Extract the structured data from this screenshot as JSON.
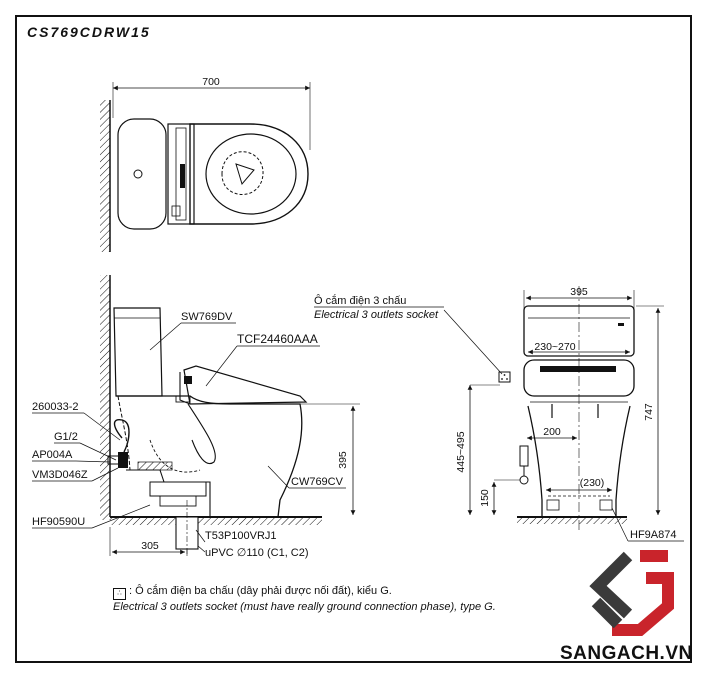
{
  "model_code": "CS769CDRW15",
  "top_view": {
    "width_dim": "700"
  },
  "side_view": {
    "labels": {
      "tank": "SW769DV",
      "seat": "TCF24460AAA",
      "bowl": "CW769CV",
      "p1": "260033-2",
      "p2": "G1/2",
      "p3": "AP004A",
      "p4": "VM3D046Z",
      "p5": "HF90590U",
      "p6": "T53P100VRJ1",
      "p7": "uPVC ∅110 (C1, C2)"
    },
    "dims": {
      "seat_height": "395",
      "rough_in": "305"
    }
  },
  "front_view": {
    "socket_vi": "Ô cắm điện 3 chấu",
    "socket_en": "Electrical 3 outlets socket",
    "dims": {
      "width": "395",
      "seat_range": "230~270",
      "supply_offset": "200",
      "height": "747",
      "supply_height": "445~495",
      "valve_height": "150",
      "base": "(230)"
    },
    "part": "HF9A874"
  },
  "legend": {
    "symbol": "∴",
    "vi": ": Ô cắm điện ba chấu (dây phải được nối đất), kiểu G.",
    "en": "Electrical 3 outlets socket (must have really ground connection phase), type G."
  },
  "brand": "SANGACH.VN",
  "colors": {
    "logo_dark": "#3a3a3a",
    "logo_red": "#c9242b",
    "line": "#111111"
  }
}
